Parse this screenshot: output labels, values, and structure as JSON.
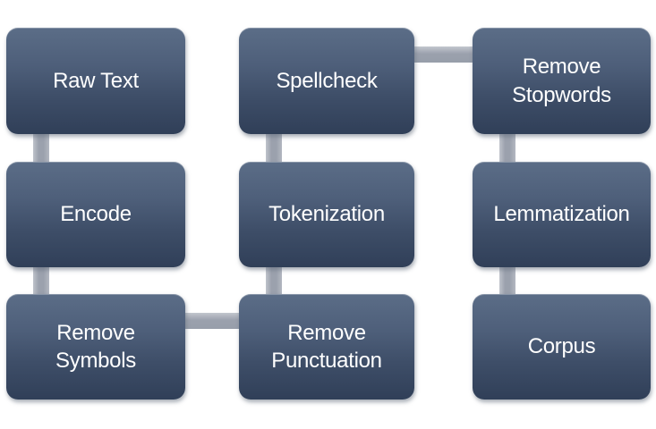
{
  "diagram": {
    "type": "flowchart",
    "description_text": "",
    "colors": {
      "node_gradient_top": "#5b6d87",
      "node_gradient_bottom": "#30405a",
      "node_text": "#ffffff",
      "connector": "#9ba1ad",
      "connector_highlight": "#c3c7ce",
      "background": "#ffffff"
    },
    "nodes": [
      {
        "id": "raw-text",
        "label": "Raw Text",
        "col": 0,
        "row": 0
      },
      {
        "id": "spellcheck",
        "label": "Spellcheck",
        "col": 1,
        "row": 0
      },
      {
        "id": "remove-stopwords",
        "label": "Remove Stopwords",
        "col": 2,
        "row": 0
      },
      {
        "id": "encode",
        "label": "Encode",
        "col": 0,
        "row": 1
      },
      {
        "id": "tokenization",
        "label": "Tokenization",
        "col": 1,
        "row": 1
      },
      {
        "id": "lemmatization",
        "label": "Lemmatization",
        "col": 2,
        "row": 1
      },
      {
        "id": "remove-symbols",
        "label": "Remove Symbols",
        "col": 0,
        "row": 2
      },
      {
        "id": "remove-punctuation",
        "label": "Remove Punctuation",
        "col": 1,
        "row": 2
      },
      {
        "id": "corpus",
        "label": "Corpus",
        "col": 2,
        "row": 2
      }
    ],
    "connections": [
      {
        "from": "raw-text",
        "to": "encode",
        "orientation": "vertical"
      },
      {
        "from": "encode",
        "to": "remove-symbols",
        "orientation": "vertical"
      },
      {
        "from": "remove-symbols",
        "to": "remove-punctuation",
        "orientation": "horizontal"
      },
      {
        "from": "remove-punctuation",
        "to": "tokenization",
        "orientation": "vertical"
      },
      {
        "from": "tokenization",
        "to": "spellcheck",
        "orientation": "vertical"
      },
      {
        "from": "spellcheck",
        "to": "remove-stopwords",
        "orientation": "horizontal"
      },
      {
        "from": "remove-stopwords",
        "to": "lemmatization",
        "orientation": "vertical"
      },
      {
        "from": "lemmatization",
        "to": "corpus",
        "orientation": "vertical"
      }
    ],
    "flow_order": [
      "Raw Text",
      "Encode",
      "Remove Symbols",
      "Remove Punctuation",
      "Tokenization",
      "Spellcheck",
      "Remove Stopwords",
      "Lemmatization",
      "Corpus"
    ]
  }
}
